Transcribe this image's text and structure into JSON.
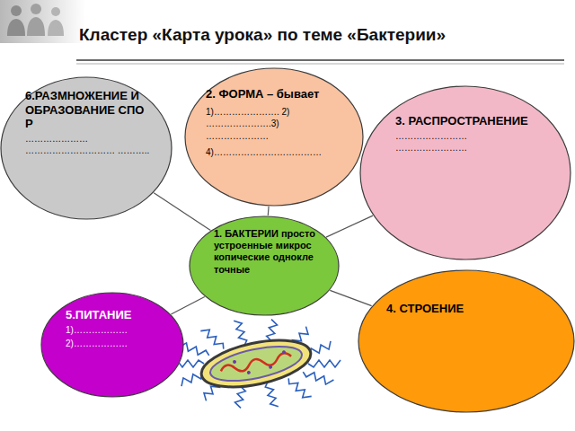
{
  "diagram": {
    "title": "Кластер «Карта урока» по теме «Бактерии»",
    "nodes": [
      {
        "text": [
          "6.РАЗМНОЖЕНИЕ И ОБРАЗОВАНИЕ СПОР",
          "………………… ………………………… ……….."
        ]
      },
      {
        "text": [
          "2. ФОРМА – бывает",
          "1)…………………. 2) ………………….3) …………………",
          "4)………………………………"
        ]
      },
      {
        "text": [
          "3. РАСПРОСТРАНЕНИЕ",
          "…………………… ……………………"
        ]
      },
      {
        "text": [
          "1. БАКТЕРИИ просто устроенные микроскопические одноклеточные"
        ]
      },
      {
        "text": [
          "4. СТРОЕНИЕ"
        ]
      },
      {
        "text": [
          "5.ПИТАНИЕ",
          "1)………………",
          "2)………………"
        ]
      }
    ],
    "edges": [
      {
        "from": 3,
        "to": 0,
        "arrow": "none"
      },
      {
        "from": 3,
        "to": 1,
        "arrow": "none"
      },
      {
        "from": 3,
        "to": 2,
        "arrow": "none"
      },
      {
        "from": 3,
        "to": 5,
        "arrow": "none"
      },
      {
        "from": 3,
        "to": 4,
        "arrow": "none"
      }
    ]
  }
}
